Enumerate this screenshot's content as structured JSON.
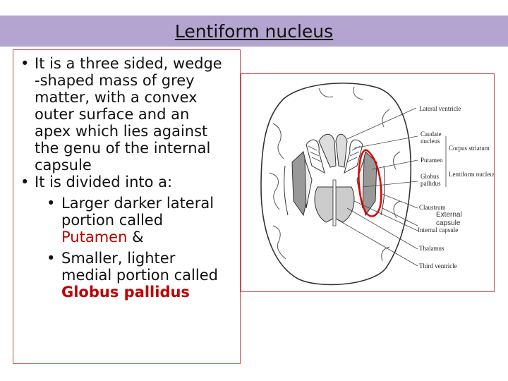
{
  "title": "Lentiform nucleus",
  "bullets": {
    "b1": "It is a three sided, wedge -shaped mass of grey matter, with a convex outer surface and an apex which lies against the genu of the internal capsule",
    "b2": "It is divided into a:",
    "sub1_pre": "Larger darker lateral portion called",
    "sub1_term": "Putamen",
    "sub1_post": "&",
    "sub2_pre": "Smaller, lighter medial portion called",
    "sub2_term": "Globus pallidus"
  },
  "bullet_glyph": "•",
  "figure": {
    "labels": {
      "lateral_ventricle": "Lateral ventricle",
      "caudate_nucleus": "Caudate nucleus",
      "corpus_striatum": "Corpus striatum",
      "putamen": "Putamen",
      "globus_pallidus": "Globus pallidus",
      "lentiform_nucleus": "Lentiform nucleus",
      "claustrum": "Claustrum",
      "external_capsule": "External capsule",
      "internal_capsule": "Internal capsule",
      "thalamus": "Thalamus",
      "third_ventricle": "Third ventricle"
    }
  },
  "colors": {
    "title_bar": "#b3a5cf",
    "accent_red": "#c00000",
    "border": "#c0504d"
  }
}
